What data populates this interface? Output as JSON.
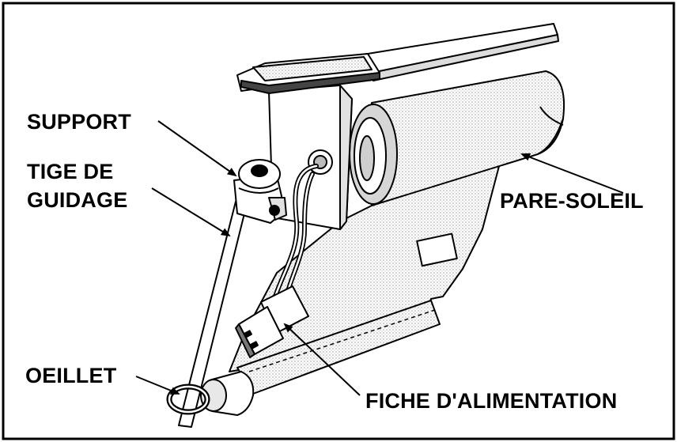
{
  "labels": {
    "support": "SUPPORT",
    "tige_line1": "TIGE DE",
    "tige_line2": "GUIDAGE",
    "pare_soleil": "PARE-SOLEIL",
    "oeillet": "OEILLET",
    "fiche": "FICHE D'ALIMENTATION"
  },
  "colors": {
    "line": "#000000",
    "background": "#ffffff",
    "shade": "#e4e4e4"
  }
}
